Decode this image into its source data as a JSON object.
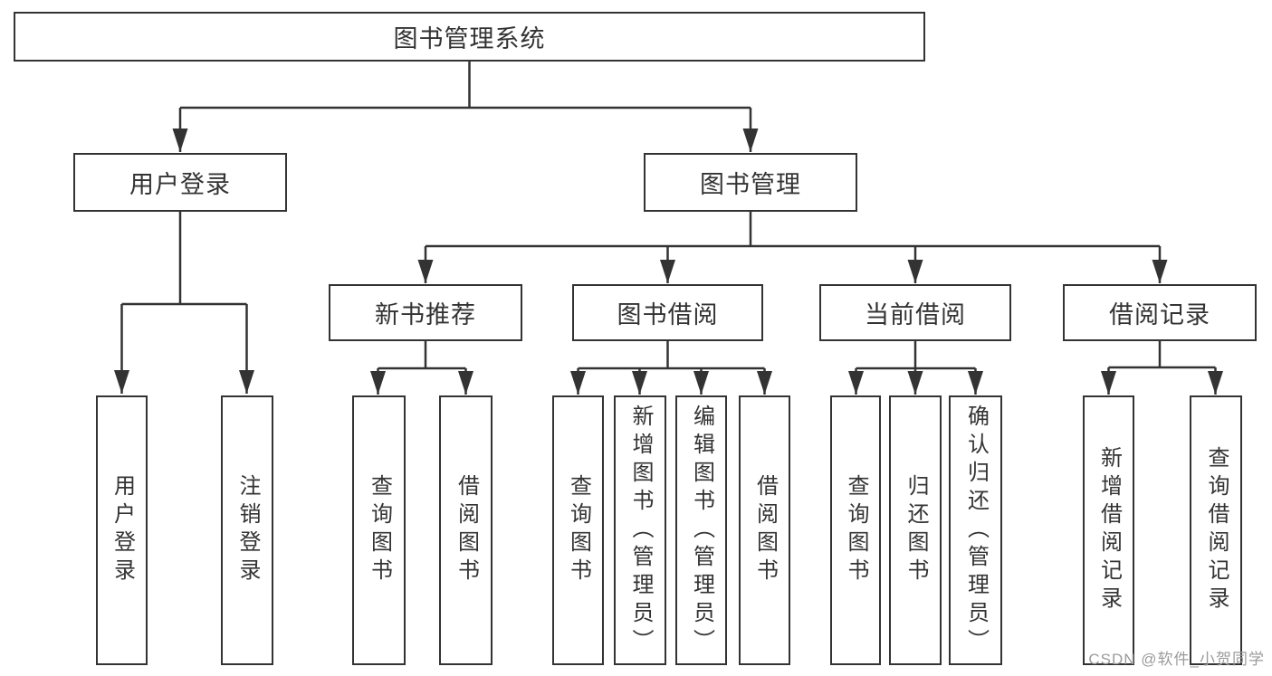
{
  "diagram": {
    "root_label": "图书管理系统",
    "user_login": "用户登录",
    "book_mgmt": "图书管理",
    "new_books": "新书推荐",
    "book_borrow": "图书借阅",
    "current_borrow": "当前借阅",
    "borrow_records": "借阅记录",
    "leaves": {
      "user_login": "用户登录",
      "logout": "注销登录",
      "nb_query": "查询图书",
      "nb_borrow": "借阅图书",
      "bb_query": "查询图书",
      "bb_add": "新增图书（管理员）",
      "bb_edit": "编辑图书（管理员）",
      "bb_borrow": "借阅图书",
      "cb_query": "查询图书",
      "cb_return": "归还图书",
      "cb_confirm": "确认归还（管理员）",
      "br_add": "新增借阅记录",
      "br_query": "查询借阅记录"
    },
    "structure": {
      "图书管理系统": {
        "用户登录": [
          "用户登录",
          "注销登录"
        ],
        "图书管理": {
          "新书推荐": [
            "查询图书",
            "借阅图书"
          ],
          "图书借阅": [
            "查询图书",
            "新增图书（管理员）",
            "编辑图书（管理员）",
            "借阅图书"
          ],
          "当前借阅": [
            "查询图书",
            "归还图书",
            "确认归还（管理员）"
          ],
          "借阅记录": [
            "新增借阅记录",
            "查询借阅记录"
          ]
        }
      }
    }
  },
  "watermark": {
    "text": "CSDN @软件_小贺同学"
  },
  "colors": {
    "line": "#333333",
    "box_border": "#333333",
    "text": "#333333",
    "watermark": "#9b9b9b",
    "background": "#ffffff"
  }
}
